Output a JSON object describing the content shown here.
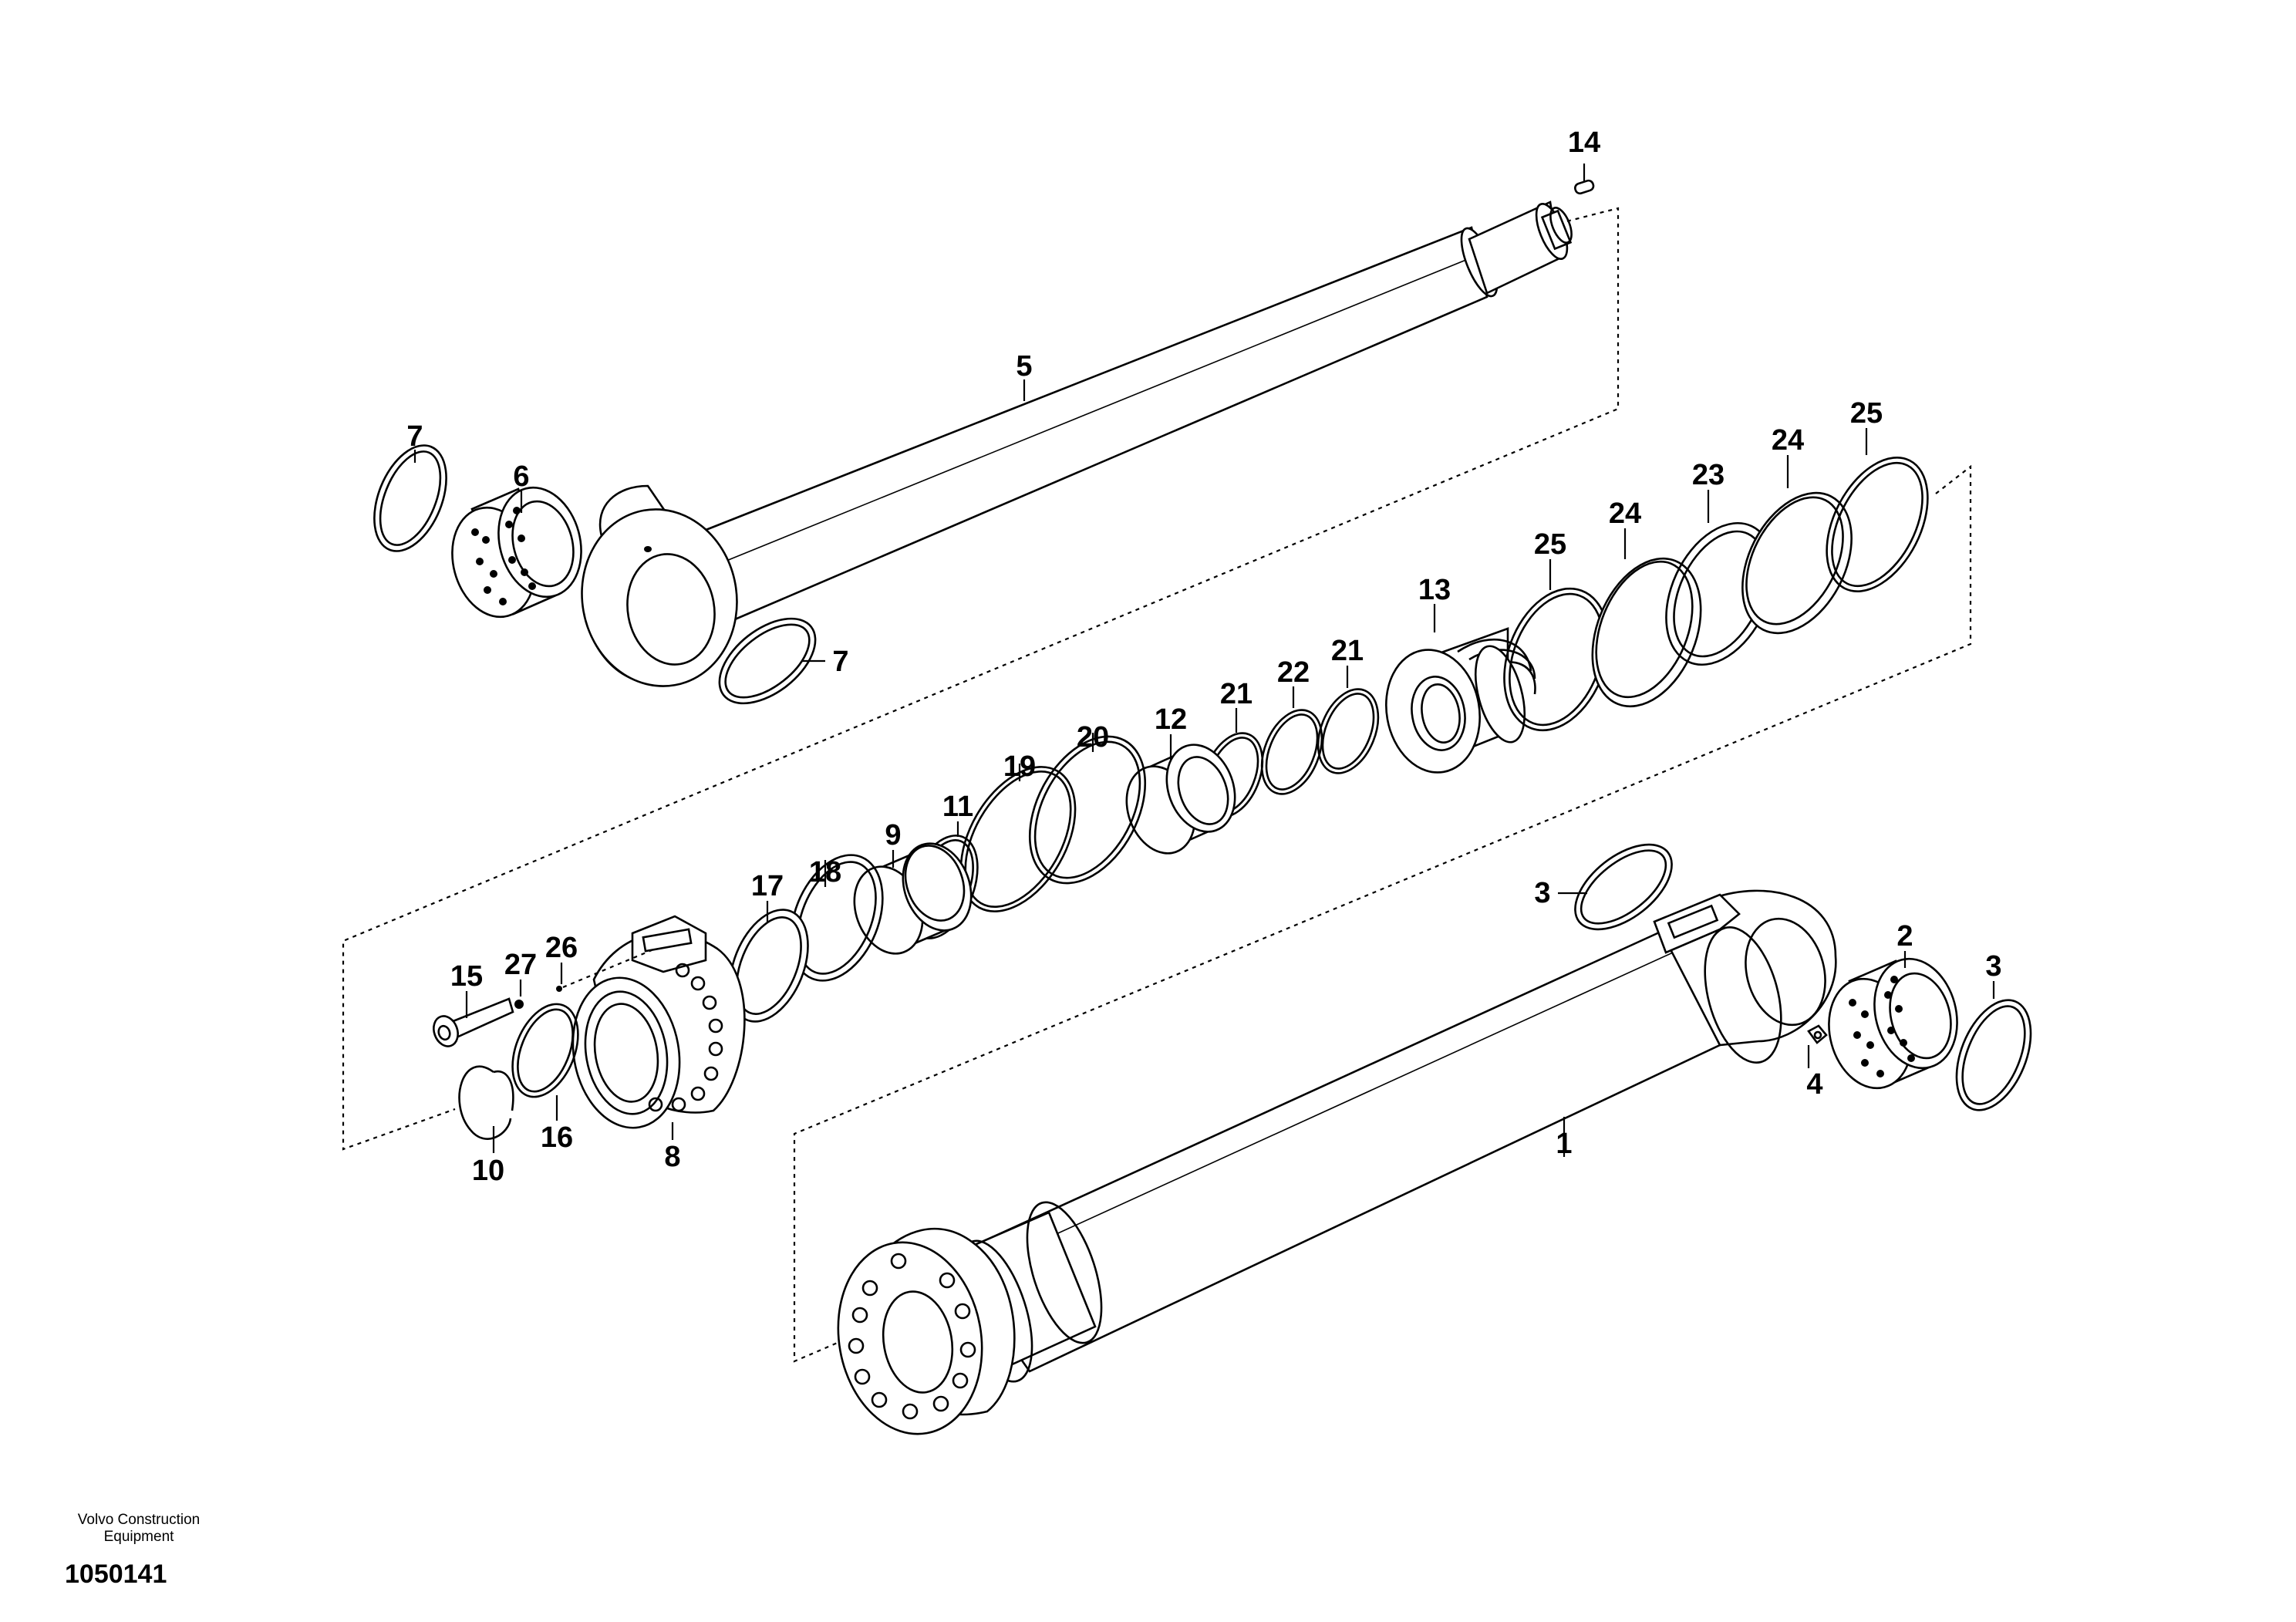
{
  "callouts": {
    "c1": "1",
    "c2": "2",
    "c3a": "3",
    "c3b": "3",
    "c4": "4",
    "c5": "5",
    "c6": "6",
    "c7a": "7",
    "c7b": "7",
    "c8": "8",
    "c9": "9",
    "c10": "10",
    "c11": "11",
    "c12": "12",
    "c13": "13",
    "c14": "14",
    "c15": "15",
    "c16": "16",
    "c17": "17",
    "c18": "18",
    "c19": "19",
    "c20": "20",
    "c21a": "21",
    "c21b": "21",
    "c22": "22",
    "c23": "23",
    "c24a": "24",
    "c24b": "24",
    "c25a": "25",
    "c25b": "25",
    "c26": "26",
    "c27": "27"
  },
  "footer": {
    "brand_line1": "Volvo Construction",
    "brand_line2": "Equipment",
    "doc_number": "1050141"
  }
}
